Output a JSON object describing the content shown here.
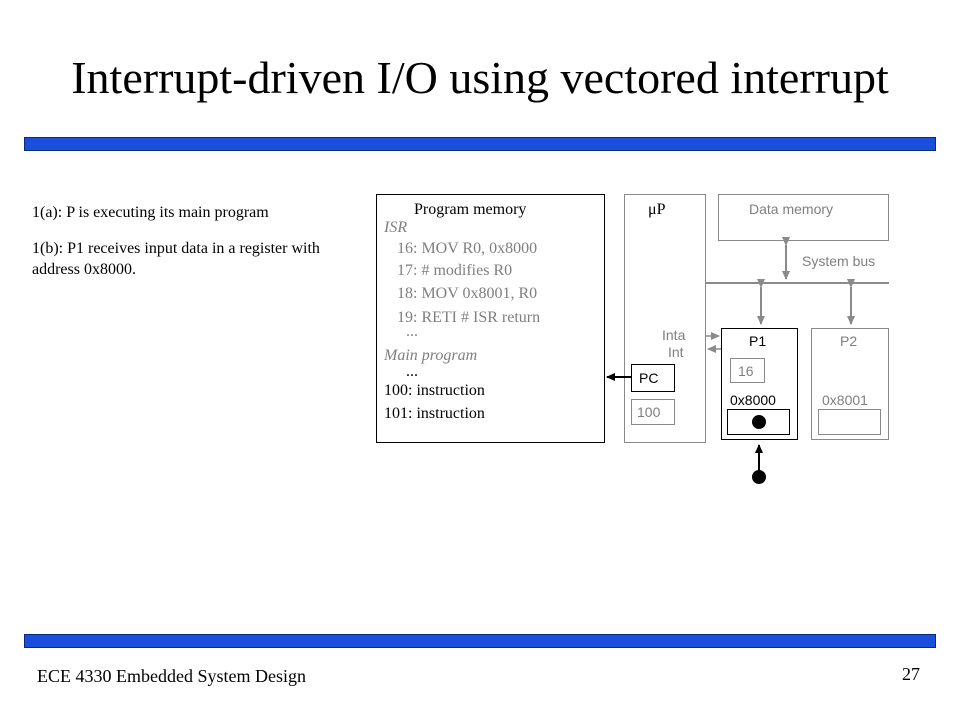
{
  "slide": {
    "title": "Interrupt-driven I/O using vectored interrupt",
    "footer": "ECE 4330 Embedded System Design",
    "page_number": "27"
  },
  "notes": [
    "1(a): P is executing its main program",
    "1(b): P1 receives input data in a register with address 0x8000."
  ],
  "program_memory": {
    "label": "Program memory",
    "isr_label": "ISR",
    "isr_lines": [
      "16:  MOV R0, 0x8000",
      "17:  # modifies R0",
      "18:  MOV 0x8001, R0",
      "19:  RETI  # ISR return"
    ],
    "ellipsis": "...",
    "main_label": "Main program",
    "main_lines": [
      "100:  instruction",
      "101:  instruction"
    ]
  },
  "processor": {
    "label": "μP",
    "inta_label": "Inta",
    "int_label": "Int",
    "pc_label": "PC",
    "pc_value": "100"
  },
  "data_memory": {
    "label": "Data memory"
  },
  "system_bus": {
    "label": "System bus"
  },
  "p1": {
    "label": "P1",
    "value": "16",
    "address": "0x8000"
  },
  "p2": {
    "label": "P2",
    "address": "0x8001"
  },
  "colors": {
    "bar": "#1a4fdc",
    "inactive": "#7f7f7f",
    "active": "#000000"
  }
}
